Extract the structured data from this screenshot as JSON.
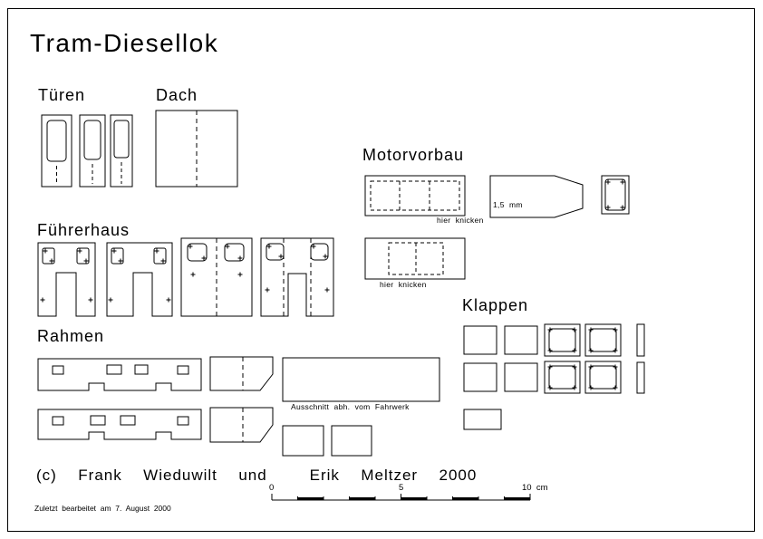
{
  "title": "Tram-Diesellok",
  "sections": {
    "tueren": "Türen",
    "dach": "Dach",
    "motorvorbau": "Motorvorbau",
    "fuehrerhaus": "Führerhaus",
    "klappen": "Klappen",
    "rahmen": "Rahmen"
  },
  "annotations": {
    "hier_knicken_top": "hier  knicken",
    "thickness": "1,5  mm",
    "hier_knicken_bottom": "hier  knicken",
    "ausschnitt": "Ausschnitt  abh.  vom  Fahrwerk"
  },
  "footer": {
    "copyright": "(c)  Frank  Wieduwilt  und    Erik  Meltzer  2000",
    "last_edited": "Zuletzt  bearbeitet  am  7.  August  2000"
  },
  "scale_bar": {
    "zero": "0",
    "five": "5",
    "ten": "10  cm"
  },
  "colors": {
    "line": "#000000",
    "background": "#ffffff"
  }
}
